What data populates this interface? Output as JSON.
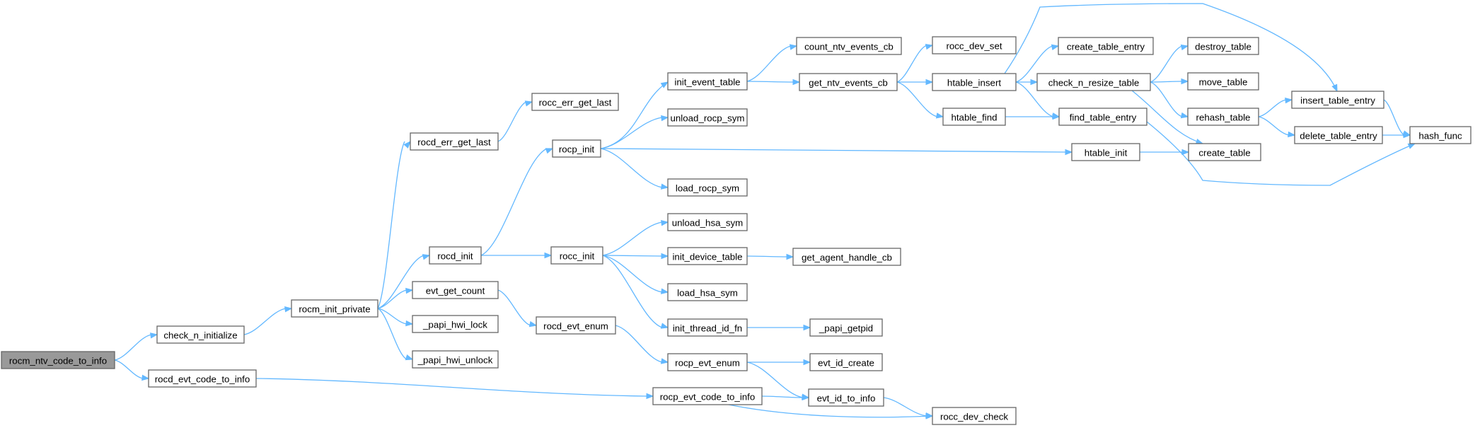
{
  "graph": {
    "nodes": [
      {
        "id": "n0",
        "label": "rocm_ntv_code_to_info",
        "root": true
      },
      {
        "id": "n1",
        "label": "check_n_initialize"
      },
      {
        "id": "n2",
        "label": "rocd_evt_code_to_info"
      },
      {
        "id": "n3",
        "label": "rocm_init_private"
      },
      {
        "id": "n4",
        "label": "rocd_err_get_last"
      },
      {
        "id": "n5",
        "label": "rocd_init"
      },
      {
        "id": "n6",
        "label": "evt_get_count"
      },
      {
        "id": "n7",
        "label": "_papi_hwi_lock"
      },
      {
        "id": "n8",
        "label": "_papi_hwi_unlock"
      },
      {
        "id": "n9",
        "label": "rocc_err_get_last"
      },
      {
        "id": "n10",
        "label": "rocp_init"
      },
      {
        "id": "n11",
        "label": "rocc_init"
      },
      {
        "id": "n12",
        "label": "rocd_evt_enum"
      },
      {
        "id": "n13",
        "label": "init_event_table"
      },
      {
        "id": "n14",
        "label": "unload_rocp_sym"
      },
      {
        "id": "n15",
        "label": "load_rocp_sym"
      },
      {
        "id": "n16",
        "label": "unload_hsa_sym"
      },
      {
        "id": "n17",
        "label": "init_device_table"
      },
      {
        "id": "n18",
        "label": "load_hsa_sym"
      },
      {
        "id": "n19",
        "label": "init_thread_id_fn"
      },
      {
        "id": "n20",
        "label": "rocp_evt_enum"
      },
      {
        "id": "n21",
        "label": "rocp_evt_code_to_info"
      },
      {
        "id": "n22",
        "label": "count_ntv_events_cb"
      },
      {
        "id": "n23",
        "label": "get_ntv_events_cb"
      },
      {
        "id": "n24",
        "label": "get_agent_handle_cb"
      },
      {
        "id": "n25",
        "label": "_papi_getpid"
      },
      {
        "id": "n26",
        "label": "evt_id_create"
      },
      {
        "id": "n27",
        "label": "evt_id_to_info"
      },
      {
        "id": "n28",
        "label": "rocc_dev_check"
      },
      {
        "id": "n29",
        "label": "rocc_dev_set"
      },
      {
        "id": "n30",
        "label": "htable_insert"
      },
      {
        "id": "n31",
        "label": "htable_find"
      },
      {
        "id": "n32",
        "label": "htable_init"
      },
      {
        "id": "n33",
        "label": "create_table_entry"
      },
      {
        "id": "n34",
        "label": "check_n_resize_table"
      },
      {
        "id": "n35",
        "label": "find_table_entry"
      },
      {
        "id": "n36",
        "label": "create_table"
      },
      {
        "id": "n37",
        "label": "destroy_table"
      },
      {
        "id": "n38",
        "label": "move_table"
      },
      {
        "id": "n39",
        "label": "rehash_table"
      },
      {
        "id": "n40",
        "label": "insert_table_entry"
      },
      {
        "id": "n41",
        "label": "delete_table_entry"
      },
      {
        "id": "n42",
        "label": "hash_func"
      }
    ],
    "edges": [
      {
        "from": "n0",
        "to": "n1"
      },
      {
        "from": "n0",
        "to": "n2"
      },
      {
        "from": "n1",
        "to": "n3"
      },
      {
        "from": "n2",
        "to": "n21"
      },
      {
        "from": "n3",
        "to": "n4"
      },
      {
        "from": "n3",
        "to": "n5"
      },
      {
        "from": "n3",
        "to": "n6"
      },
      {
        "from": "n3",
        "to": "n7"
      },
      {
        "from": "n3",
        "to": "n8"
      },
      {
        "from": "n4",
        "to": "n9"
      },
      {
        "from": "n5",
        "to": "n10"
      },
      {
        "from": "n5",
        "to": "n11"
      },
      {
        "from": "n6",
        "to": "n12"
      },
      {
        "from": "n10",
        "to": "n13"
      },
      {
        "from": "n10",
        "to": "n14"
      },
      {
        "from": "n10",
        "to": "n15"
      },
      {
        "from": "n10",
        "to": "n32"
      },
      {
        "from": "n11",
        "to": "n16"
      },
      {
        "from": "n11",
        "to": "n17"
      },
      {
        "from": "n11",
        "to": "n18"
      },
      {
        "from": "n11",
        "to": "n19"
      },
      {
        "from": "n12",
        "to": "n20"
      },
      {
        "from": "n13",
        "to": "n22"
      },
      {
        "from": "n13",
        "to": "n23"
      },
      {
        "from": "n17",
        "to": "n24"
      },
      {
        "from": "n19",
        "to": "n25"
      },
      {
        "from": "n20",
        "to": "n26"
      },
      {
        "from": "n20",
        "to": "n27"
      },
      {
        "from": "n21",
        "to": "n27"
      },
      {
        "from": "n21",
        "to": "n28"
      },
      {
        "from": "n27",
        "to": "n28"
      },
      {
        "from": "n23",
        "to": "n29"
      },
      {
        "from": "n23",
        "to": "n30"
      },
      {
        "from": "n23",
        "to": "n31"
      },
      {
        "from": "n30",
        "to": "n33"
      },
      {
        "from": "n30",
        "to": "n34"
      },
      {
        "from": "n30",
        "to": "n35"
      },
      {
        "from": "n30",
        "to": "n40"
      },
      {
        "from": "n31",
        "to": "n35"
      },
      {
        "from": "n32",
        "to": "n36"
      },
      {
        "from": "n34",
        "to": "n37"
      },
      {
        "from": "n34",
        "to": "n38"
      },
      {
        "from": "n34",
        "to": "n39"
      },
      {
        "from": "n34",
        "to": "n36"
      },
      {
        "from": "n35",
        "to": "n42"
      },
      {
        "from": "n39",
        "to": "n40"
      },
      {
        "from": "n39",
        "to": "n41"
      },
      {
        "from": "n40",
        "to": "n42"
      },
      {
        "from": "n41",
        "to": "n42"
      }
    ]
  }
}
